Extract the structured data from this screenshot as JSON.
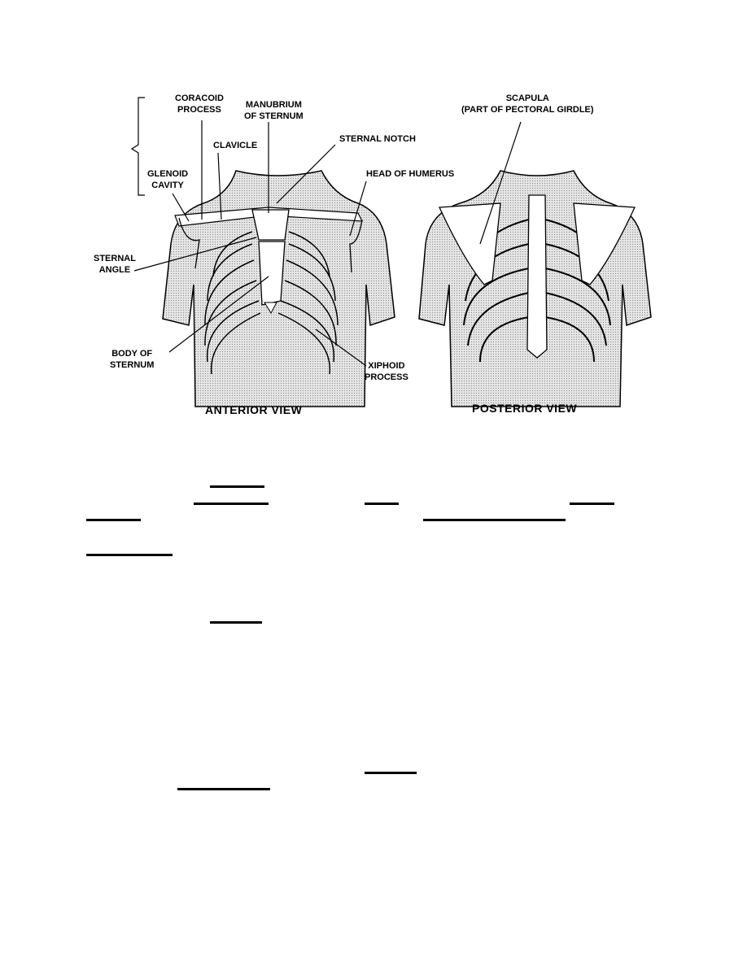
{
  "figure": {
    "anterior": {
      "caption": "ANTERIOR VIEW",
      "labels": {
        "coracoid": "CORACOID\nPROCESS",
        "manubrium": "MANUBRIUM\nOF STERNUM",
        "sternal_notch": "STERNAL NOTCH",
        "clavicle": "CLAVICLE",
        "glenoid": "GLENOID\nCAVITY",
        "head_humerus": "HEAD OF HUMERUS",
        "sternal_angle": "STERNAL\nANGLE",
        "body_sternum": "BODY OF\nSTERNUM",
        "xiphoid": "XIPHOID\nPROCESS"
      }
    },
    "posterior": {
      "caption": "POSTERIOR VIEW",
      "labels": {
        "scapula": "SCAPULA\n(PART OF PECTORAL GIRDLE)"
      }
    }
  }
}
